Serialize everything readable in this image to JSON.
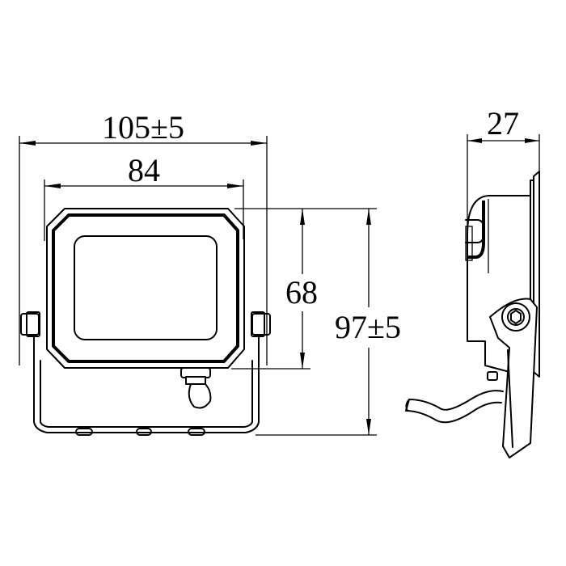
{
  "dimensions": {
    "overall_width": "105±5",
    "body_width": "84",
    "body_height": "68",
    "overall_height": "97±5",
    "depth": "27"
  }
}
